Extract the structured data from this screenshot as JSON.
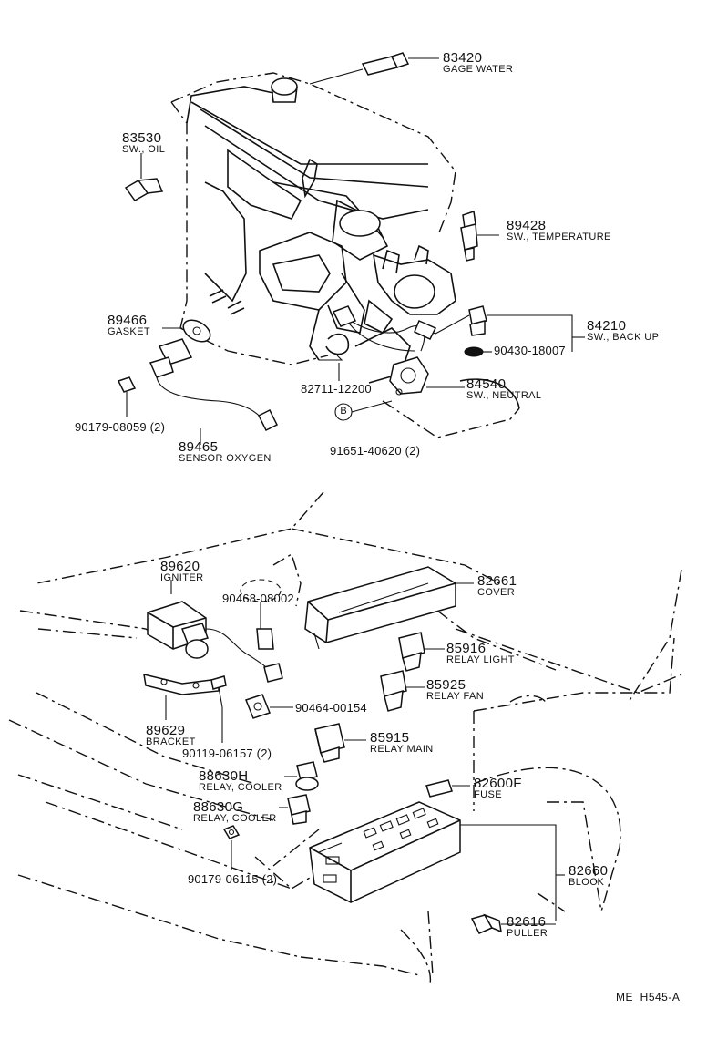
{
  "parts": [
    {
      "id": "p83420",
      "number": "83420",
      "desc": "GAGE WATER"
    },
    {
      "id": "p83530",
      "number": "83530",
      "desc": "SW., OIL"
    },
    {
      "id": "p89428",
      "number": "89428",
      "desc": "SW., TEMPERATURE"
    },
    {
      "id": "p89466",
      "number": "89466",
      "desc": "GASKET"
    },
    {
      "id": "p84210",
      "number": "84210",
      "desc": "SW., BACK UP"
    },
    {
      "id": "p90430",
      "number": "90430-18007",
      "desc": ""
    },
    {
      "id": "p82711",
      "number": "82711-12200",
      "desc": ""
    },
    {
      "id": "p84540",
      "number": "84540",
      "desc": "SW., NEUTRAL"
    },
    {
      "id": "p90179a",
      "number": "90179-08059 (2)",
      "desc": ""
    },
    {
      "id": "p89465",
      "number": "89465",
      "desc": "SENSOR OXYGEN"
    },
    {
      "id": "p91651",
      "number": "91651-40620 (2)",
      "desc": ""
    },
    {
      "id": "p89620",
      "number": "89620",
      "desc": "IGNITER"
    },
    {
      "id": "p90468",
      "number": "90468-08002",
      "desc": ""
    },
    {
      "id": "p82661",
      "number": "82661",
      "desc": "COVER"
    },
    {
      "id": "p85916",
      "number": "85916",
      "desc": "RELAY LIGHT"
    },
    {
      "id": "p85925",
      "number": "85925",
      "desc": "RELAY FAN"
    },
    {
      "id": "p90464",
      "number": "90464-00154",
      "desc": ""
    },
    {
      "id": "p89629",
      "number": "89629",
      "desc": "BRACKET"
    },
    {
      "id": "p85915",
      "number": "85915",
      "desc": "RELAY MAIN"
    },
    {
      "id": "p90119",
      "number": "90119-06157 (2)",
      "desc": ""
    },
    {
      "id": "p88630H",
      "number": "88630H",
      "desc": "RELAY, COOLER"
    },
    {
      "id": "p82600F",
      "number": "82600F",
      "desc": "FUSE"
    },
    {
      "id": "p88630G",
      "number": "88630G",
      "desc": "RELAY, COOLER"
    },
    {
      "id": "p82660",
      "number": "82660",
      "desc": "BLOCK"
    },
    {
      "id": "p90179b",
      "number": "90179-06115 (2)",
      "desc": ""
    },
    {
      "id": "p82616",
      "number": "82616",
      "desc": "PULLER"
    }
  ],
  "b_marker": "B",
  "footer": {
    "code_left": "ME",
    "code_right": "H545-A"
  }
}
